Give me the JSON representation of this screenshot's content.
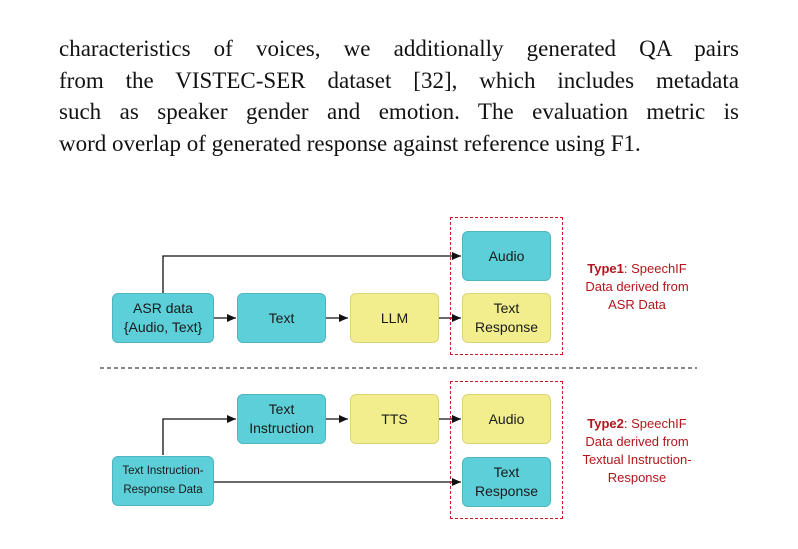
{
  "paragraph": {
    "lines": [
      "characteristics of voices, we additionally generated QA pairs",
      "from the VISTEC-SER dataset  [32], which includes metadata",
      "such as speaker gender and emotion. The evaluation metric is",
      "word overlap of generated response against reference using F1."
    ]
  },
  "figure": {
    "type1": {
      "asr_line1": "ASR data",
      "asr_line2": "{Audio, Text}",
      "text": "Text",
      "llm": "LLM",
      "audio": "Audio",
      "response_line1": "Text",
      "response_line2": "Response",
      "caption_bold": "Type1",
      "caption_rest": ": SpeechIF",
      "caption_line2": "Data derived from",
      "caption_line3": "ASR Data"
    },
    "type2": {
      "source_line1": "Text Instruction-",
      "source_line2": "Response Data",
      "instruction_line1": "Text",
      "instruction_line2": "Instruction",
      "tts": "TTS",
      "audio": "Audio",
      "response_line1": "Text",
      "response_line2": "Response",
      "caption_bold": "Type2",
      "caption_rest": ": SpeechIF",
      "caption_line2": "Data derived from",
      "caption_line3": "Textual Instruction-",
      "caption_line4": "Response"
    },
    "colors": {
      "cyan": "#5ccfd9",
      "yellow": "#f2ee8e",
      "red": "#c81d25"
    }
  }
}
